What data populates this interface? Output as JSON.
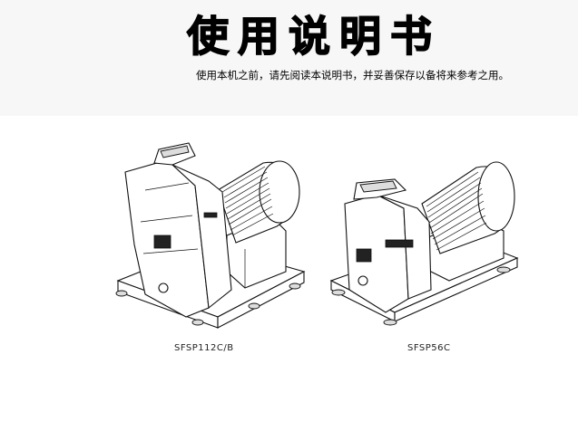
{
  "manual": {
    "title": "使用说明书",
    "subtitle": "使用本机之前，请先阅读本说明书，并妥善保存以备将来参考之用。"
  },
  "figures": [
    {
      "model": "SFSP112C/B",
      "illustration": "hammer-mill-large"
    },
    {
      "model": "SFSP56C",
      "illustration": "hammer-mill-small"
    }
  ]
}
